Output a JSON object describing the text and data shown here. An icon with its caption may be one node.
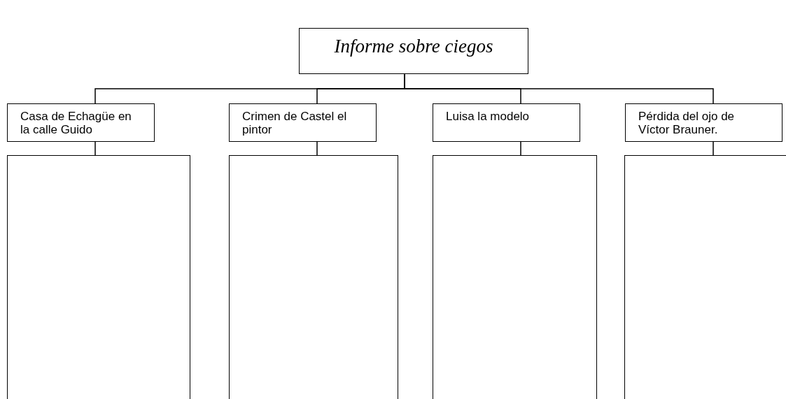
{
  "diagram": {
    "nodes": [
      {
        "text": [
          "Informe sobre ciegos"
        ]
      },
      {
        "text": [
          "Casa de Echagüe en la calle Guido"
        ]
      },
      {
        "text": [
          "Crimen de Castel el pintor"
        ]
      },
      {
        "text": [
          "Luisa la modelo"
        ]
      },
      {
        "text": [
          "Pérdida del ojo de Víctor Brauner."
        ]
      },
      {
        "text": [],
        "shape": "box"
      },
      {
        "text": [],
        "shape": "box"
      },
      {
        "text": [],
        "shape": "box"
      },
      {
        "text": [],
        "shape": "box"
      }
    ],
    "edges": [
      {
        "from": 0,
        "to": 1,
        "arrow": "none"
      },
      {
        "from": 0,
        "to": 2,
        "arrow": "none"
      },
      {
        "from": 0,
        "to": 3,
        "arrow": "none"
      },
      {
        "from": 0,
        "to": 4,
        "arrow": "none"
      },
      {
        "from": 1,
        "to": 5,
        "arrow": "none"
      },
      {
        "from": 2,
        "to": 6,
        "arrow": "none"
      },
      {
        "from": 3,
        "to": 7,
        "arrow": "none"
      },
      {
        "from": 4,
        "to": 8,
        "arrow": "none"
      }
    ]
  }
}
